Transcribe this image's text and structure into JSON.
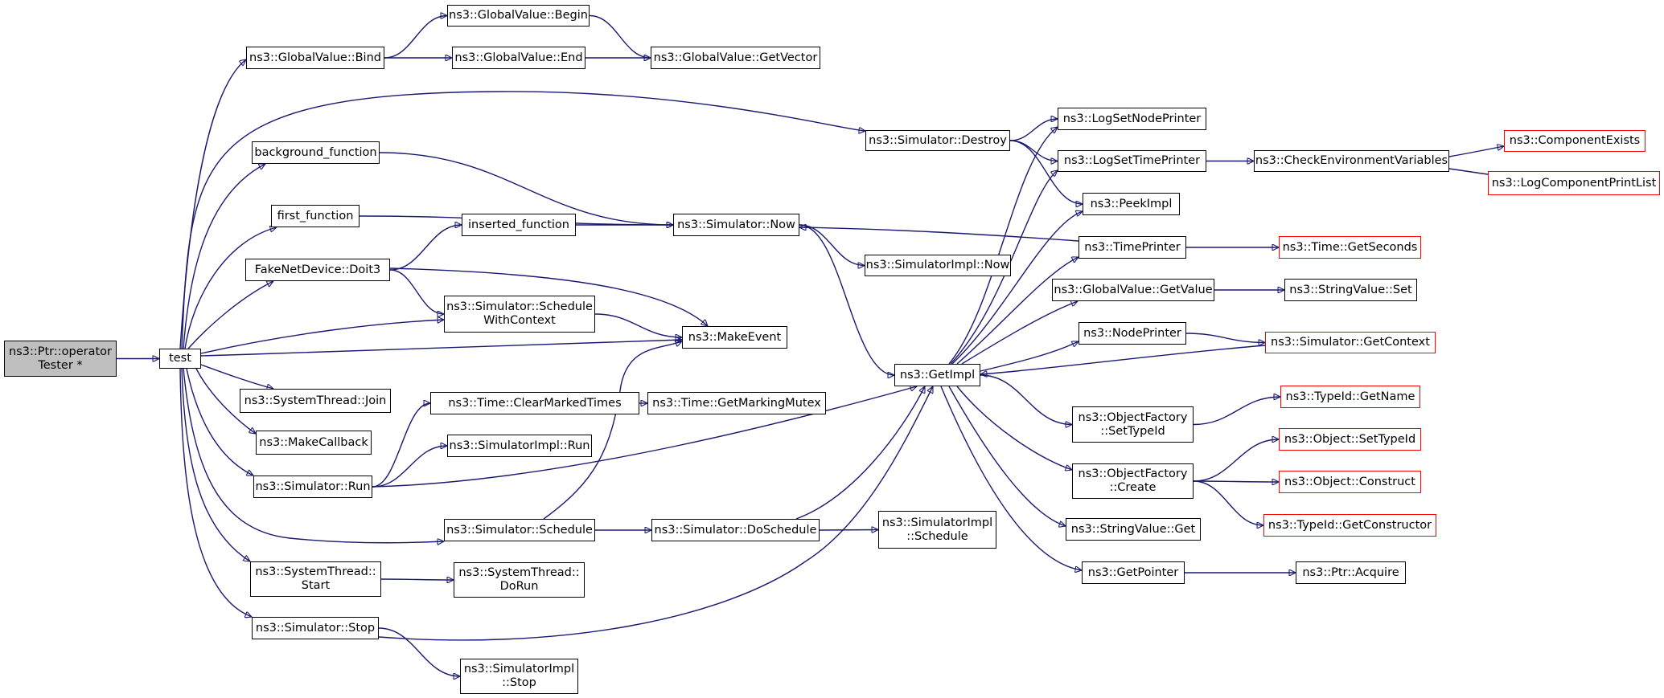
{
  "nodes": [
    {
      "id": "root",
      "label": "ns3::Ptr::operator\nTester *",
      "kind": "root"
    },
    {
      "id": "test",
      "label": "test",
      "kind": "normal"
    },
    {
      "id": "gv_bind",
      "label": "ns3::GlobalValue::Bind",
      "kind": "normal"
    },
    {
      "id": "gv_begin",
      "label": "ns3::GlobalValue::Begin",
      "kind": "normal"
    },
    {
      "id": "gv_end",
      "label": "ns3::GlobalValue::End",
      "kind": "normal"
    },
    {
      "id": "gv_getvector",
      "label": "ns3::GlobalValue::GetVector",
      "kind": "normal"
    },
    {
      "id": "sim_destroy",
      "label": "ns3::Simulator::Destroy",
      "kind": "normal"
    },
    {
      "id": "bg_func",
      "label": "background_function",
      "kind": "normal"
    },
    {
      "id": "first_func",
      "label": "first_function",
      "kind": "normal"
    },
    {
      "id": "inserted_func",
      "label": "inserted_function",
      "kind": "normal"
    },
    {
      "id": "sim_now",
      "label": "ns3::Simulator::Now",
      "kind": "normal"
    },
    {
      "id": "simimpl_now",
      "label": "ns3::SimulatorImpl::Now",
      "kind": "normal"
    },
    {
      "id": "fake_doit3",
      "label": "FakeNetDevice::Doit3",
      "kind": "normal"
    },
    {
      "id": "sim_schedwc",
      "label": "ns3::Simulator::Schedule\nWithContext",
      "kind": "normal"
    },
    {
      "id": "make_event",
      "label": "ns3::MakeEvent",
      "kind": "normal"
    },
    {
      "id": "getimpl",
      "label": "ns3::GetImpl",
      "kind": "normal"
    },
    {
      "id": "st_join",
      "label": "ns3::SystemThread::Join",
      "kind": "normal"
    },
    {
      "id": "time_cmt",
      "label": "ns3::Time::ClearMarkedTimes",
      "kind": "normal"
    },
    {
      "id": "time_gmm",
      "label": "ns3::Time::GetMarkingMutex",
      "kind": "normal"
    },
    {
      "id": "make_callback",
      "label": "ns3::MakeCallback",
      "kind": "normal"
    },
    {
      "id": "simimpl_run",
      "label": "ns3::SimulatorImpl::Run",
      "kind": "normal"
    },
    {
      "id": "sim_run",
      "label": "ns3::Simulator::Run",
      "kind": "normal"
    },
    {
      "id": "sim_schedule",
      "label": "ns3::Simulator::Schedule",
      "kind": "normal"
    },
    {
      "id": "sim_dosched",
      "label": "ns3::Simulator::DoSchedule",
      "kind": "normal"
    },
    {
      "id": "simimpl_sched",
      "label": "ns3::SimulatorImpl\n::Schedule",
      "kind": "normal"
    },
    {
      "id": "st_start",
      "label": "ns3::SystemThread::\nStart",
      "kind": "normal"
    },
    {
      "id": "st_dorun",
      "label": "ns3::SystemThread::\nDoRun",
      "kind": "normal"
    },
    {
      "id": "sim_stop",
      "label": "ns3::Simulator::Stop",
      "kind": "normal"
    },
    {
      "id": "simimpl_stop",
      "label": "ns3::SimulatorImpl\n::Stop",
      "kind": "normal"
    },
    {
      "id": "log_snp",
      "label": "ns3::LogSetNodePrinter",
      "kind": "normal"
    },
    {
      "id": "log_stp",
      "label": "ns3::LogSetTimePrinter",
      "kind": "normal"
    },
    {
      "id": "check_env",
      "label": "ns3::CheckEnvironmentVariables",
      "kind": "normal"
    },
    {
      "id": "comp_exists",
      "label": "ns3::ComponentExists",
      "kind": "ext"
    },
    {
      "id": "log_cpl",
      "label": "ns3::LogComponentPrintList",
      "kind": "ext"
    },
    {
      "id": "peek_impl",
      "label": "ns3::PeekImpl",
      "kind": "normal"
    },
    {
      "id": "time_printer",
      "label": "ns3::TimePrinter",
      "kind": "normal"
    },
    {
      "id": "time_getsec",
      "label": "ns3::Time::GetSeconds",
      "kind": "ext"
    },
    {
      "id": "gv_getvalue",
      "label": "ns3::GlobalValue::GetValue",
      "kind": "normal"
    },
    {
      "id": "sv_set",
      "label": "ns3::StringValue::Set",
      "kind": "normal"
    },
    {
      "id": "node_printer",
      "label": "ns3::NodePrinter",
      "kind": "normal"
    },
    {
      "id": "sim_getctx",
      "label": "ns3::Simulator::GetContext",
      "kind": "ext"
    },
    {
      "id": "of_settypeid",
      "label": "ns3::ObjectFactory\n::SetTypeId",
      "kind": "normal"
    },
    {
      "id": "typeid_getname",
      "label": "ns3::TypeId::GetName",
      "kind": "ext"
    },
    {
      "id": "of_create",
      "label": "ns3::ObjectFactory\n::Create",
      "kind": "normal"
    },
    {
      "id": "obj_settypeid",
      "label": "ns3::Object::SetTypeId",
      "kind": "ext"
    },
    {
      "id": "obj_construct",
      "label": "ns3::Object::Construct",
      "kind": "ext"
    },
    {
      "id": "typeid_getctor",
      "label": "ns3::TypeId::GetConstructor",
      "kind": "ext"
    },
    {
      "id": "sv_get",
      "label": "ns3::StringValue::Get",
      "kind": "normal"
    },
    {
      "id": "get_pointer",
      "label": "ns3::GetPointer",
      "kind": "normal"
    },
    {
      "id": "ptr_acquire",
      "label": "ns3::Ptr::Acquire",
      "kind": "normal"
    }
  ],
  "edges": [
    [
      "root",
      "test"
    ],
    [
      "test",
      "gv_bind"
    ],
    [
      "test",
      "sim_destroy"
    ],
    [
      "test",
      "bg_func"
    ],
    [
      "test",
      "first_func"
    ],
    [
      "test",
      "fake_doit3"
    ],
    [
      "test",
      "sim_schedwc"
    ],
    [
      "test",
      "make_event"
    ],
    [
      "test",
      "st_join"
    ],
    [
      "test",
      "make_callback"
    ],
    [
      "test",
      "sim_run"
    ],
    [
      "test",
      "sim_schedule"
    ],
    [
      "test",
      "st_start"
    ],
    [
      "test",
      "sim_stop"
    ],
    [
      "gv_bind",
      "gv_begin"
    ],
    [
      "gv_bind",
      "gv_end"
    ],
    [
      "gv_begin",
      "gv_getvector"
    ],
    [
      "gv_end",
      "gv_getvector"
    ],
    [
      "sim_destroy",
      "log_snp"
    ],
    [
      "sim_destroy",
      "log_stp"
    ],
    [
      "sim_destroy",
      "peek_impl"
    ],
    [
      "bg_func",
      "sim_now"
    ],
    [
      "first_func",
      "sim_now"
    ],
    [
      "fake_doit3",
      "inserted_func"
    ],
    [
      "fake_doit3",
      "sim_schedwc"
    ],
    [
      "fake_doit3",
      "make_event"
    ],
    [
      "inserted_func",
      "sim_now"
    ],
    [
      "sim_now",
      "simimpl_now"
    ],
    [
      "sim_now",
      "getimpl"
    ],
    [
      "sim_schedwc",
      "make_event"
    ],
    [
      "sim_run",
      "time_cmt"
    ],
    [
      "sim_run",
      "simimpl_run"
    ],
    [
      "sim_run",
      "getimpl"
    ],
    [
      "time_cmt",
      "time_gmm"
    ],
    [
      "sim_schedule",
      "make_event"
    ],
    [
      "sim_schedule",
      "sim_dosched"
    ],
    [
      "sim_dosched",
      "simimpl_sched"
    ],
    [
      "sim_dosched",
      "getimpl"
    ],
    [
      "st_start",
      "st_dorun"
    ],
    [
      "sim_stop",
      "getimpl"
    ],
    [
      "sim_stop",
      "simimpl_stop"
    ],
    [
      "getimpl",
      "log_snp"
    ],
    [
      "getimpl",
      "log_stp"
    ],
    [
      "getimpl",
      "peek_impl"
    ],
    [
      "getimpl",
      "time_printer"
    ],
    [
      "getimpl",
      "gv_getvalue"
    ],
    [
      "getimpl",
      "node_printer"
    ],
    [
      "getimpl",
      "of_settypeid"
    ],
    [
      "getimpl",
      "of_create"
    ],
    [
      "getimpl",
      "sv_get"
    ],
    [
      "getimpl",
      "get_pointer"
    ],
    [
      "log_stp",
      "check_env"
    ],
    [
      "check_env",
      "comp_exists"
    ],
    [
      "check_env",
      "log_cpl"
    ],
    [
      "time_printer",
      "sim_now"
    ],
    [
      "time_printer",
      "time_getsec"
    ],
    [
      "gv_getvalue",
      "sv_set"
    ],
    [
      "node_printer",
      "sim_getctx"
    ],
    [
      "sim_getctx",
      "getimpl"
    ],
    [
      "of_settypeid",
      "typeid_getname"
    ],
    [
      "of_create",
      "obj_settypeid"
    ],
    [
      "of_create",
      "obj_construct"
    ],
    [
      "of_create",
      "typeid_getctor"
    ],
    [
      "get_pointer",
      "ptr_acquire"
    ]
  ],
  "colors": {
    "edge": "#191970",
    "node_border": "#000000",
    "external_border": "#ff0000",
    "root_fill": "#bfbfbf"
  }
}
